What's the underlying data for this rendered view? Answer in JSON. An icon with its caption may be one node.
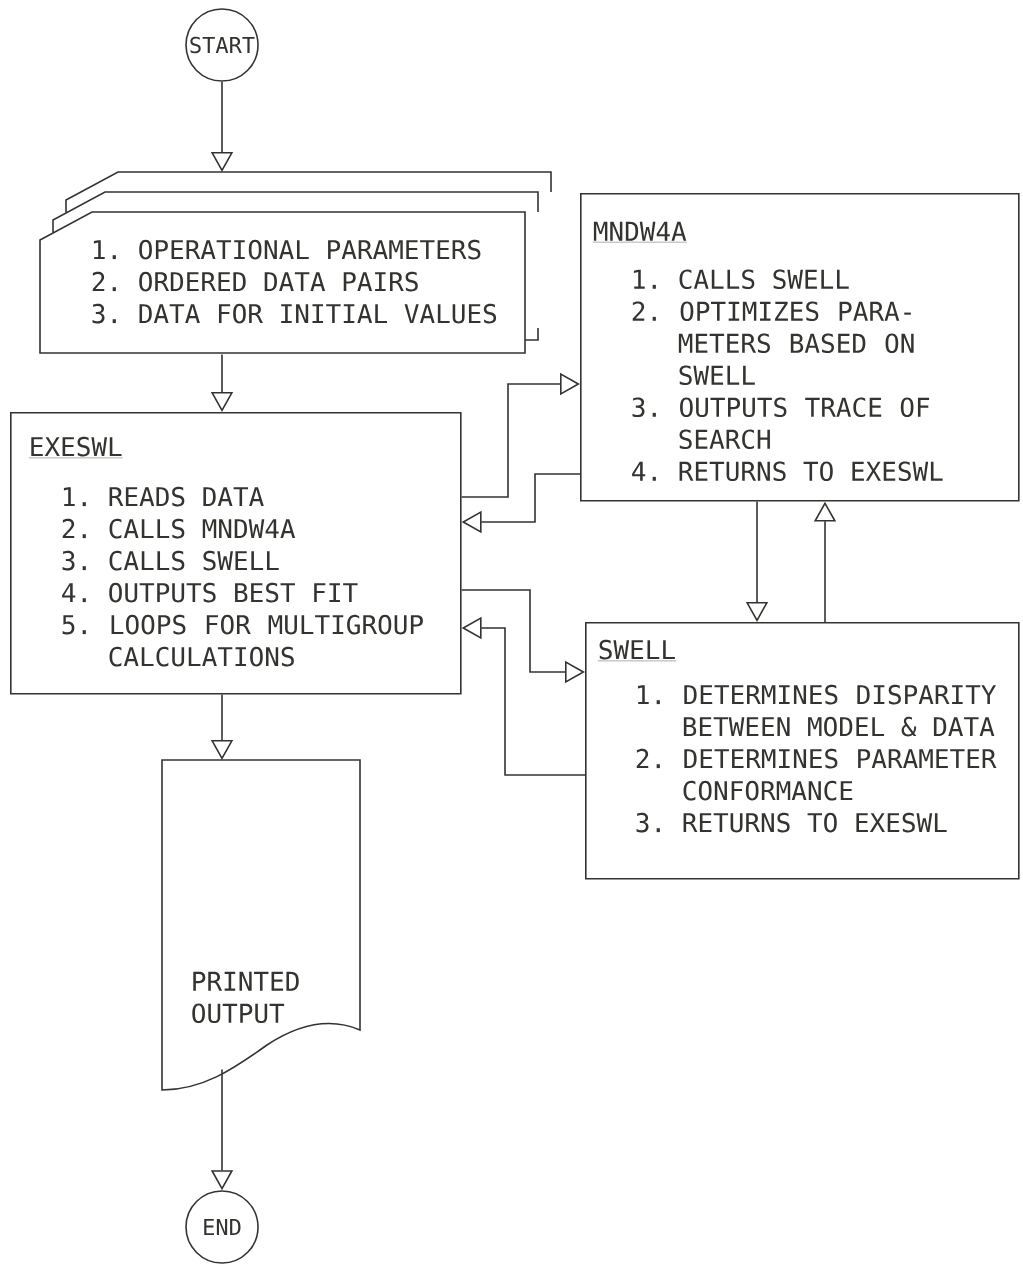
{
  "diagram": {
    "nodes": [
      {
        "text": [
          "START"
        ]
      },
      {
        "text": [
          "1. OPERATIONAL PARAMETERS",
          "2. ORDERED DATA PAIRS",
          "3. DATA FOR INITIAL VALUES"
        ]
      },
      {
        "text": [
          "EXESWL",
          "1. READS DATA",
          "2. CALLS MNDW4A",
          "3. CALLS SWELL",
          "4. OUTPUTS BEST FIT",
          "5. LOOPS FOR MULTIGROUP CALCULATIONS"
        ]
      },
      {
        "text": [
          "MNDW4A",
          "1. CALLS SWELL",
          "2. OPTIMIZES PARA- METERS BASED ON SWELL",
          "3. OUTPUTS TRACE OF SEARCH",
          "4. RETURNS TO EXESWL"
        ]
      },
      {
        "text": [
          "SWELL",
          "1. DETERMINES DISPARITY BETWEEN MODEL & DATA",
          "2. DETERMINES PARAMETER CONFORMANCE",
          "3. RETURNS TO EXESWL"
        ]
      },
      {
        "text": [
          "PRINTED OUTPUT"
        ]
      },
      {
        "text": [
          "END"
        ]
      }
    ],
    "edges": [
      {
        "from": 0,
        "to": 1,
        "arrow": "to"
      },
      {
        "from": 1,
        "to": 2,
        "arrow": "to"
      },
      {
        "from": 2,
        "to": 3,
        "arrow": "to"
      },
      {
        "from": 3,
        "to": 2,
        "arrow": "to"
      },
      {
        "from": 2,
        "to": 4,
        "arrow": "to"
      },
      {
        "from": 4,
        "to": 2,
        "arrow": "to"
      },
      {
        "from": 3,
        "to": 4,
        "arrow": "to"
      },
      {
        "from": 4,
        "to": 3,
        "arrow": "to"
      },
      {
        "from": 2,
        "to": 5,
        "arrow": "to"
      },
      {
        "from": 5,
        "to": 6,
        "arrow": "to"
      }
    ]
  }
}
